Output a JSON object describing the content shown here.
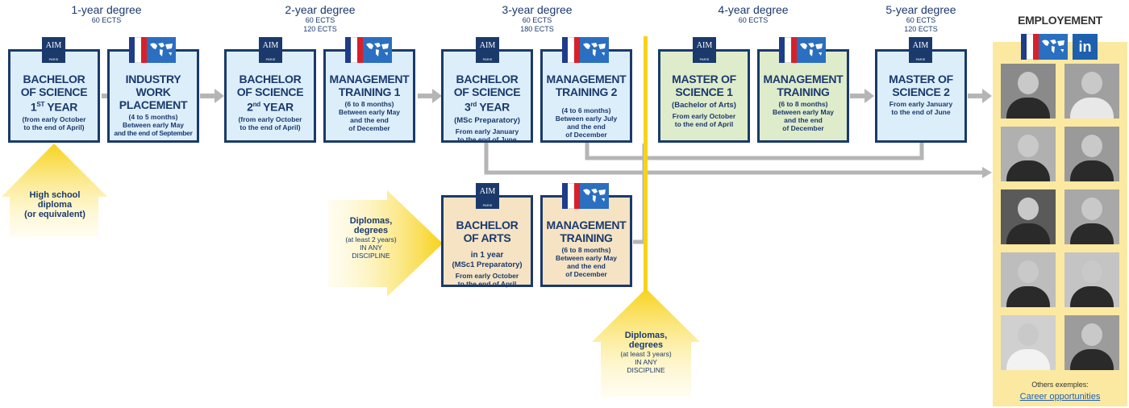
{
  "headers": {
    "y1": {
      "title": "1-year degree",
      "ects": "60 ECTS"
    },
    "y2": {
      "title": "2-year degree",
      "ects1": "60 ECTS",
      "ects2": "120 ECTS"
    },
    "y3": {
      "title": "3-year degree",
      "ects1": "60 ECTS",
      "ects2": "180 ECTS"
    },
    "y4": {
      "title": "4-year degree",
      "ects": "60 ECTS"
    },
    "y5": {
      "title": "5-year degree",
      "ects1": "60 ECTS",
      "ects2": "120 ECTS"
    }
  },
  "logo": {
    "text": "AIM",
    "sub": "PARIS"
  },
  "boxes": {
    "bs1": {
      "l1": "BACHELOR",
      "l2": "OF SCIENCE",
      "l3a": "1",
      "l3sup": "ST",
      "l3b": " YEAR",
      "s1": "(from early October",
      "s2": "to the end of April)"
    },
    "iwp": {
      "l1": "INDUSTRY",
      "l2": "WORK",
      "l3": "PLACEMENT",
      "s1": "(4 to 5 months)",
      "s2": "Between early May",
      "s3": "and the end of September"
    },
    "bs2": {
      "l1": "BACHELOR",
      "l2": "OF SCIENCE",
      "l3a": "2",
      "l3sup": "nd",
      "l3b": " YEAR",
      "s1": "(from early October",
      "s2": "to the end of April)"
    },
    "mt1": {
      "l1": "MANAGEMENT",
      "l2": "TRAINING 1",
      "s1": "(6 to 8 months)",
      "s2": "Between early May",
      "s3": "and the end",
      "s4": "of December"
    },
    "bs3": {
      "l1": "BACHELOR",
      "l2": "OF SCIENCE",
      "l3a": "3",
      "l3sup": "rd",
      "l3b": " YEAR",
      "m": "(MSc Preparatory)",
      "s1": "From early January",
      "s2": "to the end of June"
    },
    "mt2": {
      "l1": "MANAGEMENT",
      "l2": "TRAINING 2",
      "s1": "(4 to 6 months)",
      "s2": "Between early July",
      "s3": "and the end",
      "s4": "of December"
    },
    "ms1": {
      "l1": "MASTER OF",
      "l2": "SCIENCE 1",
      "m": "(Bachelor of Arts)",
      "s1": "From early October",
      "s2": "to the end of April"
    },
    "mt3": {
      "l1": "MANAGEMENT",
      "l2": "TRAINING",
      "s1": "(6 to 8 months)",
      "s2": "Between early May",
      "s3": "and the end",
      "s4": "of December"
    },
    "ms2": {
      "l1": "MASTER OF",
      "l2": "SCIENCE 2",
      "s1": "From early January",
      "s2": "to the end of June"
    },
    "ba": {
      "l1": "BACHELOR",
      "l2": "OF ARTS",
      "m1": "in 1 year",
      "m2": "(MSc1 Preparatory)",
      "s1": "From early October",
      "s2": "to the end of April"
    },
    "mt4": {
      "l1": "MANAGEMENT",
      "l2": "TRAINING",
      "s1": "(6 to 8 months)",
      "s2": "Between early May",
      "s3": "and the end",
      "s4": "of December"
    }
  },
  "entries": {
    "hs": {
      "l1": "High school",
      "l2": "diploma",
      "l3": "(or equivalent)"
    },
    "d2": {
      "l1": "Diplomas,",
      "l2": "degrees",
      "l3": "(at least 2 years)",
      "l4": "IN ANY",
      "l5": "DISCIPLINE"
    },
    "d3": {
      "l1": "Diplomas,",
      "l2": "degrees",
      "l3": "(at least 3 years)",
      "l4": "IN ANY",
      "l5": "DISCIPLINE"
    }
  },
  "employment": {
    "title": "EMPLOYEMENT",
    "linkedin": "in",
    "others": "Others exemples:",
    "link": "Career opportunities"
  },
  "colors": {
    "navy": "#1b3a6b",
    "box_blue": "#dceefa",
    "box_green": "#dfeccb",
    "box_beige": "#f5e3c3",
    "gray_connector": "#b5b5b5",
    "yellow": "#f7d21a",
    "panel": "#fbe9a2"
  }
}
